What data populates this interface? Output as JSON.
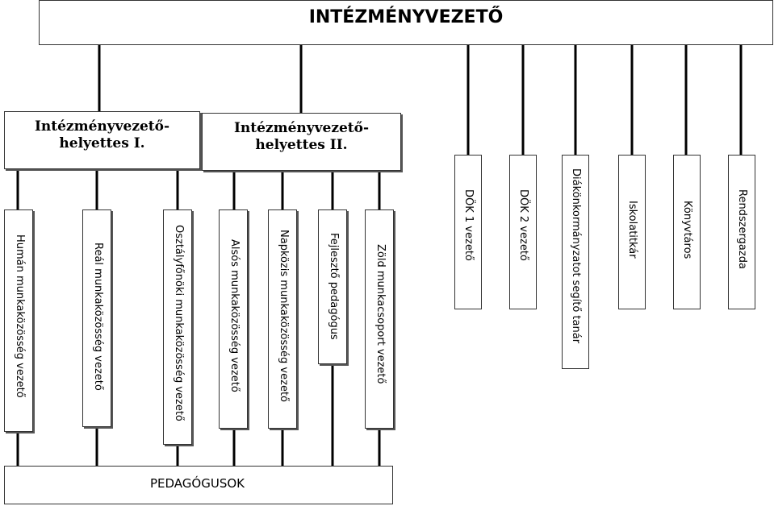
{
  "top": {
    "label": "INTÉZMÉNYVEZETŐ"
  },
  "deputies": [
    {
      "label": "Intézményvezető-\nhelyettes I."
    },
    {
      "label": "Intézményvezető-\nhelyettes II."
    }
  ],
  "units": [
    {
      "label": "Humán munkaközösség vezető"
    },
    {
      "label": "Reál munkaközösség vezető"
    },
    {
      "label": "Osztályfőnöki munkaközösség vezető"
    },
    {
      "label": "Alsós munkaközösség vezető"
    },
    {
      "label": "Napközis munkaközösség vezető"
    },
    {
      "label": "Fejlesztő pedagógus"
    },
    {
      "label": "Zöld munkacsoport vezető"
    }
  ],
  "staff": [
    {
      "label": "DÖK 1 vezető"
    },
    {
      "label": "DÖK 2 vezető"
    },
    {
      "label": "Diákönkormányzatot segítő tanár"
    },
    {
      "label": "Iskolatitkár"
    },
    {
      "label": "Könyvtáros"
    },
    {
      "label": "Rendszergazda"
    }
  ],
  "bottom": {
    "label": "PEDAGÓGUSOK"
  }
}
